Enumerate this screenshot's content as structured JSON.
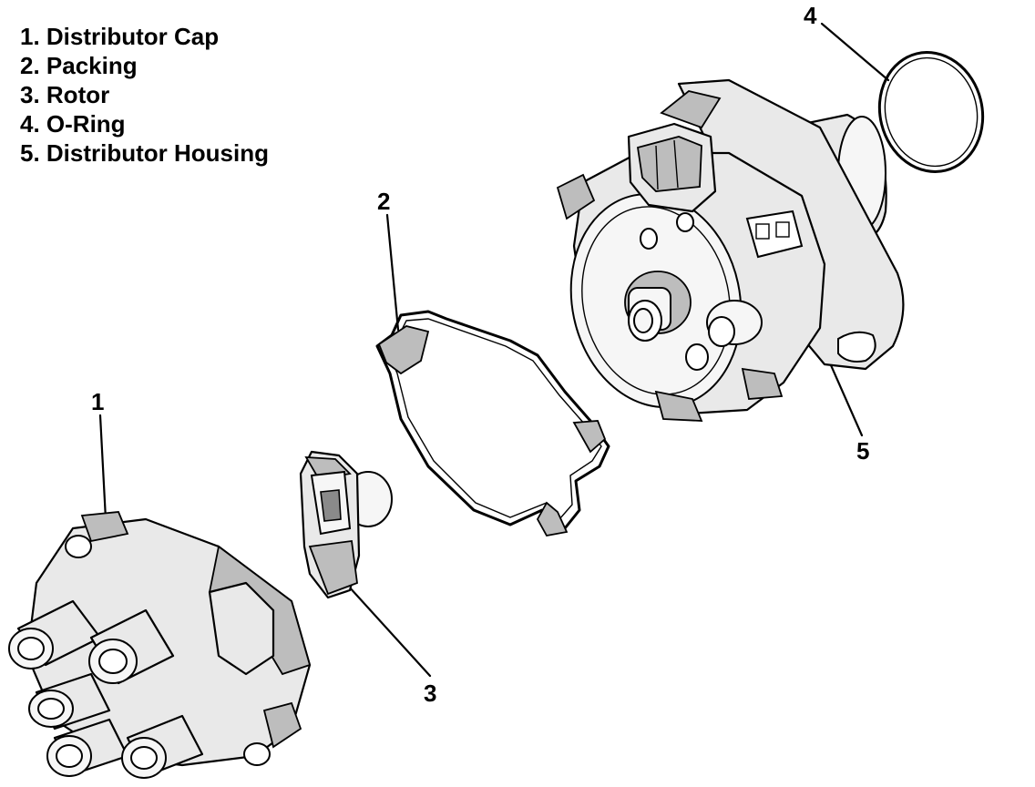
{
  "legend": {
    "items": [
      {
        "number": "1",
        "text": "1. Distributor Cap"
      },
      {
        "number": "2",
        "text": "2. Packing"
      },
      {
        "number": "3",
        "text": "3. Rotor"
      },
      {
        "number": "4",
        "text": "4. O-Ring"
      },
      {
        "number": "5",
        "text": "5. Distributor Housing"
      }
    ]
  },
  "callouts": {
    "c1": "1",
    "c2": "2",
    "c3": "3",
    "c4": "4",
    "c5": "5"
  }
}
